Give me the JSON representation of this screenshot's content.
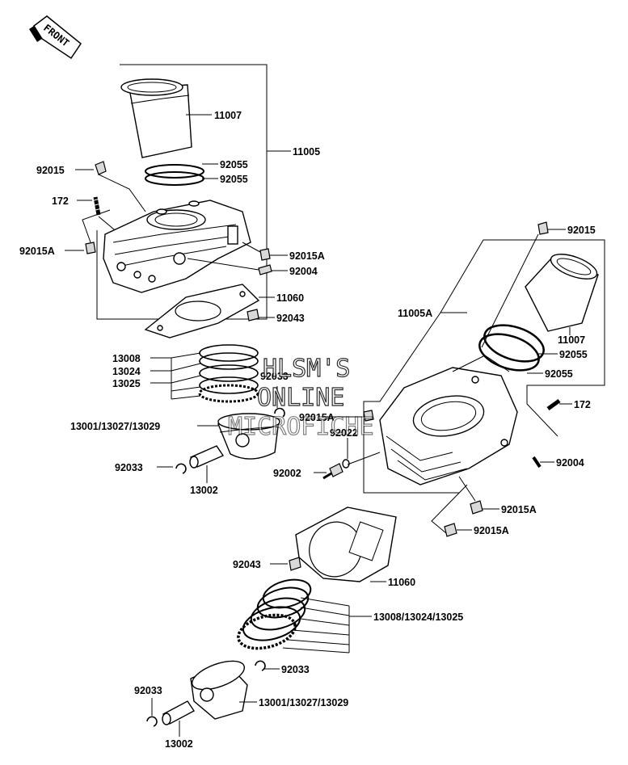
{
  "front_badge": "FRONT",
  "watermark": [
    "HLSM'S",
    "ONLINE",
    "MICROFICHE"
  ],
  "callouts": {
    "c11007a": "11007",
    "c11005": "11005",
    "c92015a": "92015",
    "c92055a": "92055",
    "c92055b": "92055",
    "c172a": "172",
    "c92015Aa": "92015A",
    "c92015Ab": "92015A",
    "c92004a": "92004",
    "c11060a": "11060",
    "c92043a": "92043",
    "c13008": "13008",
    "c13024": "13024",
    "c13025": "13025",
    "c92033a": "92033",
    "c13001a": "13001/13027/13029",
    "c92033b": "92033",
    "c13002a": "13002",
    "c92015b": "92015",
    "c11005A": "11005A",
    "c11007b": "11007",
    "c92055c": "92055",
    "c92055d": "92055",
    "c172b": "172",
    "c92015Ac": "92015A",
    "c92022": "92022",
    "c92002": "92002",
    "c92004b": "92004",
    "c92015Ad": "92015A",
    "c92015Ae": "92015A",
    "c92043b": "92043",
    "c11060b": "11060",
    "c13008set": "13008/13024/13025",
    "c92033c": "92033",
    "c92033d": "92033",
    "c13001b": "13001/13027/13029",
    "c13002b": "13002"
  }
}
